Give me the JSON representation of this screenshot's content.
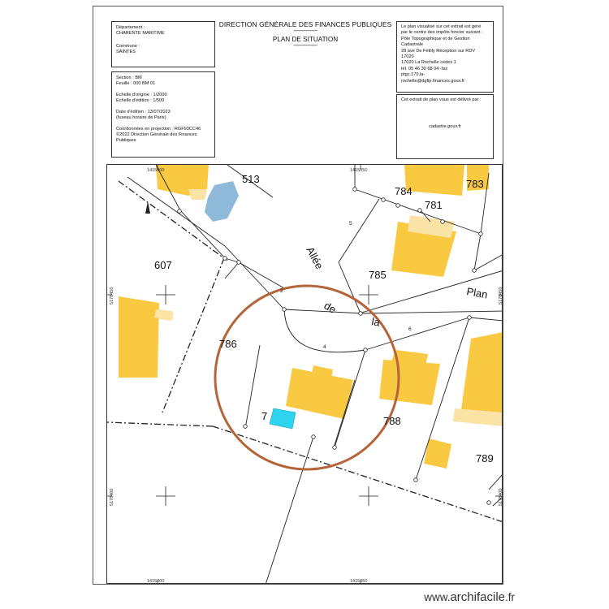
{
  "header": {
    "left_top": {
      "departement_label": "Département :",
      "departement_value": "CHARENTE MARITIME",
      "commune_label": "Commune :",
      "commune_value": "SAINTES"
    },
    "left_bottom": {
      "section": "Section : BM",
      "feuille": "Feuille : 000 BM 01",
      "echelle_origine": "Échelle d'origine : 1/2000",
      "echelle_edition": "Échelle d'édition : 1/500",
      "date_edition": "Date d'édition : 13/07/2023",
      "fuseau": "(fuseau horaire de Paris)",
      "coordonnees": "Coordonnées en projection : RGF93CC46",
      "copyright_1": "©2022 Direction Générale des Finances",
      "copyright_2": "Publiques"
    },
    "center": {
      "title": "DIRECTION GÉNÉRALE DES FINANCES PUBLIQUES",
      "dashes_1": "----------------",
      "subtitle": "PLAN DE SITUATION",
      "dashes_2": "----------------"
    },
    "right_top": [
      "Le plan visualisé sur cet extrait est géré",
      "par le centre des impôts foncier suivant :",
      "Pôle Topographique et de Gestion",
      "Cadastrale",
      "28 ave De Fétilly Réception sur RDV",
      "17020",
      "17020 La Rochelle cedex 1",
      "tél. 05 46 30 68 04 -fax",
      "ptgc.170.la-",
      "rochelle@dgfip.finances.gouv.fr"
    ],
    "right_bottom": {
      "label": "Cet extrait de plan vous est délivré par :",
      "value": "cadastre.gouv.fr"
    }
  },
  "map": {
    "coord_top_1": "1415000",
    "coord_top_2": "1415050",
    "coord_bottom_1": "1415000",
    "coord_bottom_2": "1415050",
    "coord_left_1": "5178450",
    "coord_left_2": "5178400",
    "coord_right_1": "5178450",
    "coord_right_2": "5178400",
    "parcels": {
      "p513": "513",
      "p783": "783",
      "p784": "784",
      "p781": "781",
      "p607": "607",
      "p785": "785",
      "p786": "786",
      "p788": "788",
      "p789": "789",
      "p79": "7"
    },
    "street": {
      "allee": "Allée",
      "de": "de",
      "la": "la",
      "plan": "Plan"
    },
    "small_numbers": {
      "n5": "5",
      "n2": "2",
      "n4": "4",
      "n6": "6"
    },
    "colors": {
      "building": "#f9c942",
      "building_light": "#fbe3a6",
      "water": "#8fb9d8",
      "circle": "#b5653a",
      "highlight": "#2ed3ee"
    }
  },
  "watermark": {
    "prefix": "www.",
    "brand": "archifacile",
    "suffix": ".fr"
  }
}
